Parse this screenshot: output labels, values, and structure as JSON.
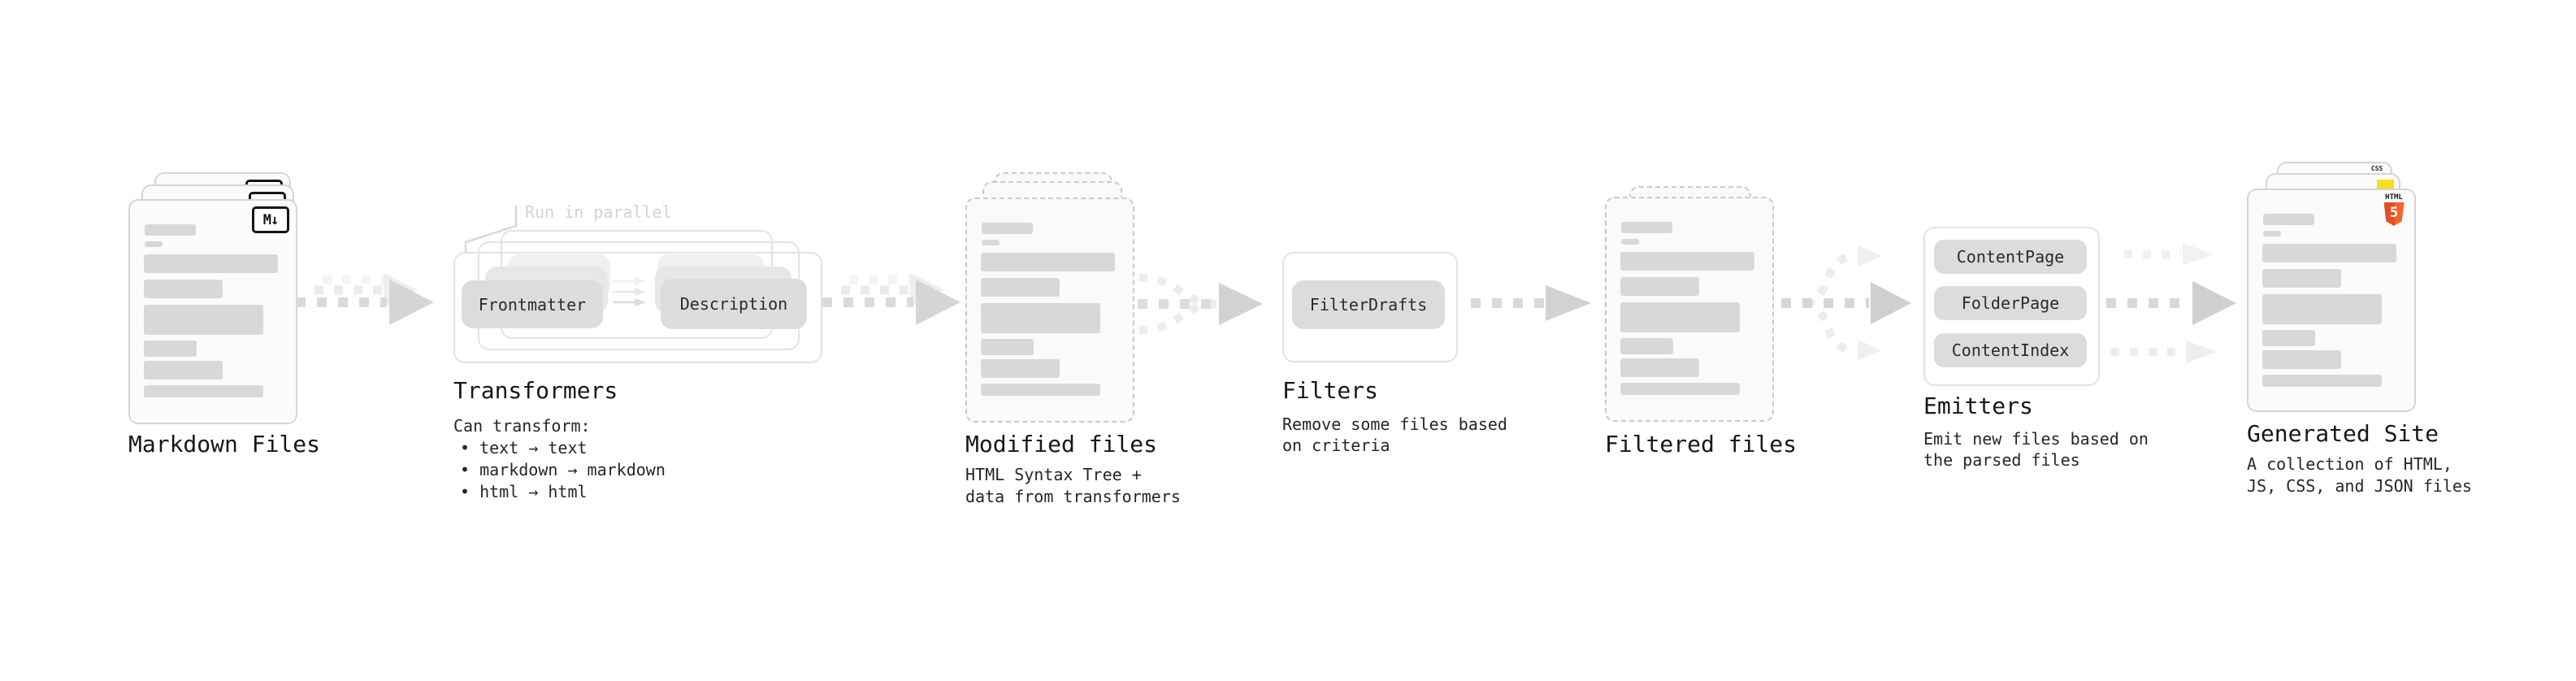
{
  "stages": [
    {
      "id": "markdown-files",
      "label": "Markdown Files",
      "badge": "M↓"
    },
    {
      "id": "transformers",
      "title": "Transformers",
      "note": "Run in parallel",
      "pills": [
        "Frontmatter",
        "Description"
      ],
      "desc_title": "Can transform:",
      "desc_items": [
        "• text → text",
        "• markdown → markdown",
        "• html → html"
      ]
    },
    {
      "id": "modified-files",
      "label": "Modified files",
      "subtitle": [
        "HTML Syntax Tree +",
        "data from transformers"
      ]
    },
    {
      "id": "filters",
      "title": "Filters",
      "pills": [
        "FilterDrafts"
      ],
      "subtitle": [
        "Remove some files based",
        "on criteria"
      ]
    },
    {
      "id": "filtered-files",
      "label": "Filtered files"
    },
    {
      "id": "emitters",
      "title": "Emitters",
      "pills": [
        "ContentPage",
        "FolderPage",
        "ContentIndex"
      ],
      "subtitle": [
        "Emit new files based on",
        "the parsed files"
      ]
    },
    {
      "id": "generated-site",
      "label": "Generated Site",
      "subtitle": [
        "A collection of HTML,",
        "JS, CSS, and JSON files"
      ],
      "badges": {
        "css": "CSS",
        "html": "HTML",
        "html_number": "5"
      }
    }
  ],
  "colors": {
    "ink": "#1f1f1f",
    "note": "#d3d3d3",
    "bar": "#d8d8d8",
    "pill": "#dcdcdc",
    "pill_mid": "#e7e7e7",
    "pill_back": "#f0f0f0",
    "outline": "#e3e3e3",
    "card_border": "#d5d5d5",
    "dash_border": "#c9c9c9",
    "card_bg": "#fbfbfb",
    "js_yellow": "#f7df1e",
    "css_blue": "#2d6bf0",
    "html_orange": "#e34f26",
    "html_orange2": "#f16529"
  }
}
